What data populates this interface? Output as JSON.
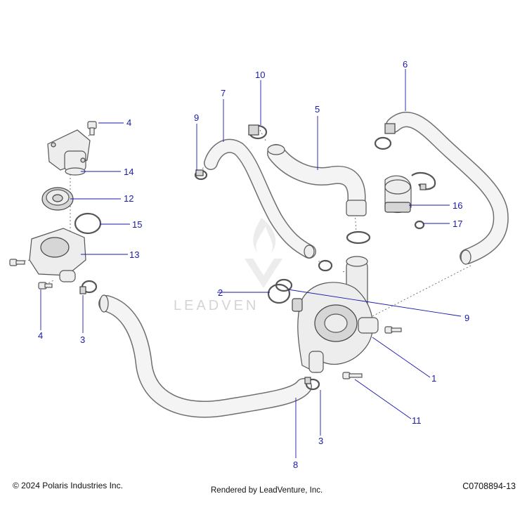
{
  "diagram": {
    "callouts": [
      "1",
      "2",
      "3",
      "3",
      "4",
      "4",
      "5",
      "6",
      "7",
      "8",
      "9",
      "9",
      "10",
      "11",
      "12",
      "13",
      "14",
      "15",
      "16",
      "17"
    ]
  },
  "watermark": {
    "text": "LEADVENTURE"
  },
  "footer": {
    "copyright": "© 2024 Polaris Industries Inc.",
    "rendered_by": "Rendered by LeadVenture, Inc.",
    "drawing_code": "C0708894-13"
  }
}
